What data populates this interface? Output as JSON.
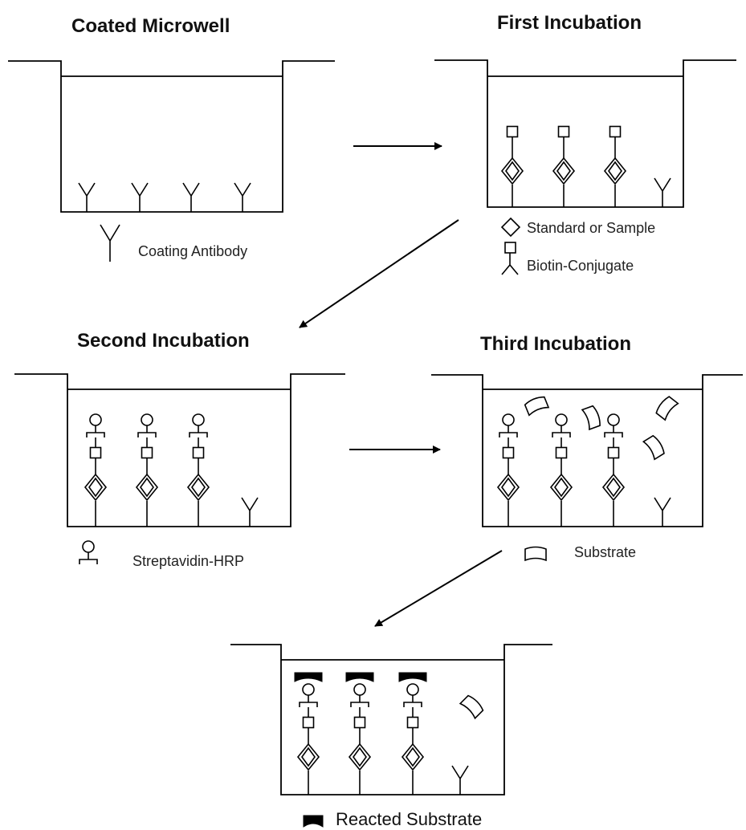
{
  "titles": {
    "coated": "Coated Microwell",
    "first": "First Incubation",
    "second": "Second Incubation",
    "third": "Third Incubation"
  },
  "legend": {
    "coating_antibody": "Coating Antibody",
    "standard_or_sample": "Standard or Sample",
    "biotin_conjugate": "Biotin-Conjugate",
    "streptavidin_hrp": "Streptavidin-HRP",
    "substrate": "Substrate",
    "reacted_substrate": "Reacted Substrate"
  },
  "colors": {
    "line": "#000000",
    "background": "#ffffff"
  }
}
